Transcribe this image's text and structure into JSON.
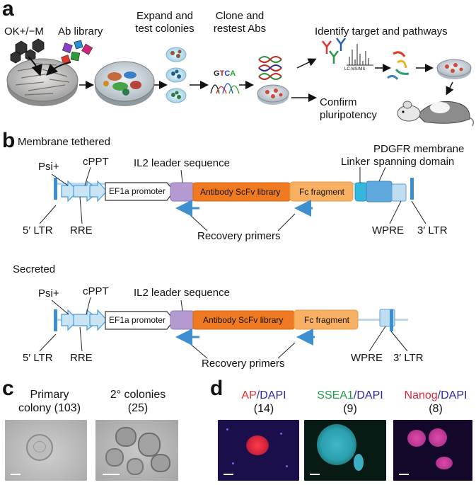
{
  "panels": {
    "a": "a",
    "b": "b",
    "c": "c",
    "d": "d"
  },
  "a": {
    "ok_label": "OK+/−M",
    "ab_library": "Ab library",
    "expand_line1": "Expand and",
    "expand_line2": "test colonies",
    "clone_line1": "Clone and",
    "clone_line2": "restest Abs",
    "gtca": [
      "G",
      "T",
      "C",
      "A"
    ],
    "identify": "Identify target and pathways",
    "lcms": "LC-MS/MS",
    "confirm_line1": "Confirm",
    "confirm_line2": "pluripotency"
  },
  "b": {
    "membrane_title": "Membrane tethered",
    "secreted_title": "Secreted",
    "psi": "Psi+",
    "cppt": "cPPT",
    "il2": "IL2 leader sequence",
    "linker": "Linker",
    "pdgfr_line1": "PDGFR membrane",
    "pdgfr_line2": "spanning domain",
    "ef1a": "EF1a promoter",
    "scfv": "Antibody ScFv library",
    "fc": "Fc fragment",
    "ltr5": "5′ LTR",
    "rre": "RRE",
    "recovery": "Recovery primers",
    "wpre": "WPRE",
    "ltr3": "3′ LTR"
  },
  "c": {
    "primary_line1": "Primary",
    "primary_line2": "colony (103)",
    "secondary_line1": "2° colonies",
    "secondary_line2": "(25)"
  },
  "d": {
    "ap": "AP",
    "ssea1": "SSEA1",
    "nanog": "Nanog",
    "sep_dapi": "/DAPI",
    "ap_count": "(14)",
    "ssea1_count": "(9)",
    "nanog_count": "(8)"
  },
  "colors": {
    "ap": "#e8322f",
    "ssea1": "#1f9d48",
    "nanog": "#e0263c",
    "dapi": "#2a2a9c",
    "ltr_blue": "#3d8fd0",
    "arrow_fill": "#c9e4f5",
    "il2_purple": "#b49ad0",
    "scfv_orange": "#f07a22",
    "fc_orange": "#f8b062",
    "linker_cyan": "#35b6dd",
    "pdgfr_blue": "#5fa9de",
    "wpre_light": "#bfdcf1"
  }
}
